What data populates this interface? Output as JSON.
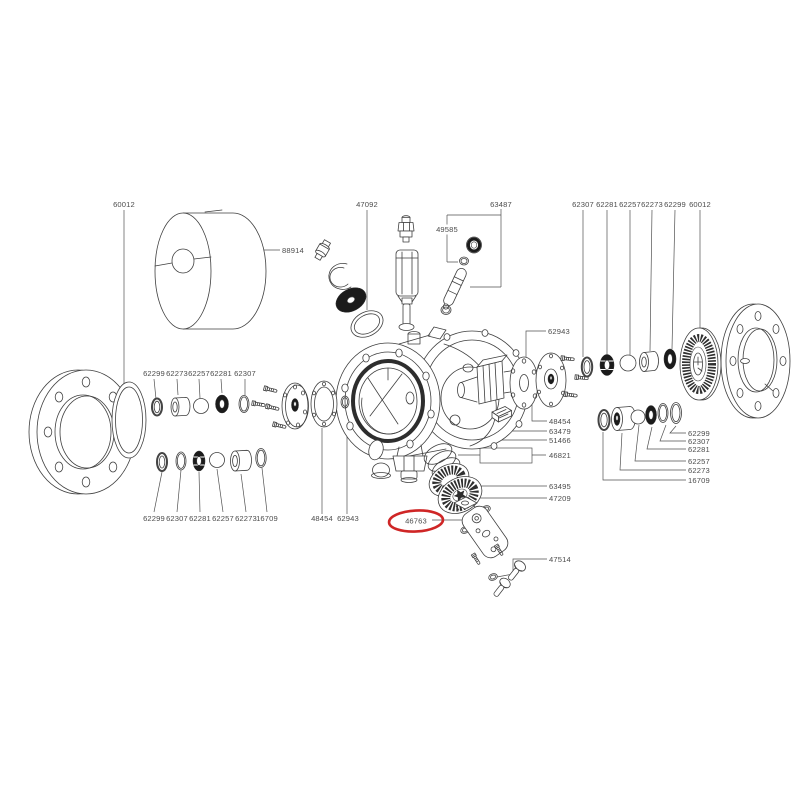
{
  "diagram": {
    "type": "exploded-parts-diagram",
    "background": "#ffffff",
    "line_color": "#3f3f3f",
    "label_color": "#4d4d4d",
    "highlight_color": "#cf2626",
    "highlighted_part_number": "46763",
    "labels": {
      "tl_60012": "60012",
      "c_88914": "88914",
      "c_47092": "47092",
      "c_63487": "63487",
      "c_49585": "49585",
      "r_62943": "62943",
      "tr_62307": "62307",
      "tr_62281": "62281",
      "tr_62257": "62257",
      "tr_62273": "62273",
      "tr_62299": "62299",
      "tr_60012": "60012",
      "la_62299": "62299",
      "la_62273": "62273",
      "la_62257": "62257",
      "la_62281": "62281",
      "la_62307": "62307",
      "lb_62299": "62299",
      "lb_62307": "62307",
      "lb_62281": "62281",
      "lb_62257": "62257",
      "lb_62273": "62273",
      "lb_16709": "16709",
      "bc_48454": "48454",
      "bc_62943": "62943",
      "ra_48454": "48454",
      "ra_63479": "63479",
      "ra_51466": "51466",
      "ra_46821": "46821",
      "ra_63495": "63495",
      "ra_47209": "47209",
      "rb_62299": "62299",
      "rb_62307": "62307",
      "rb_62281": "62281",
      "rb_62257": "62257",
      "rb_62273": "62273",
      "rb_16709": "16709",
      "hl_46763": "46763",
      "br_47514": "47514"
    }
  }
}
